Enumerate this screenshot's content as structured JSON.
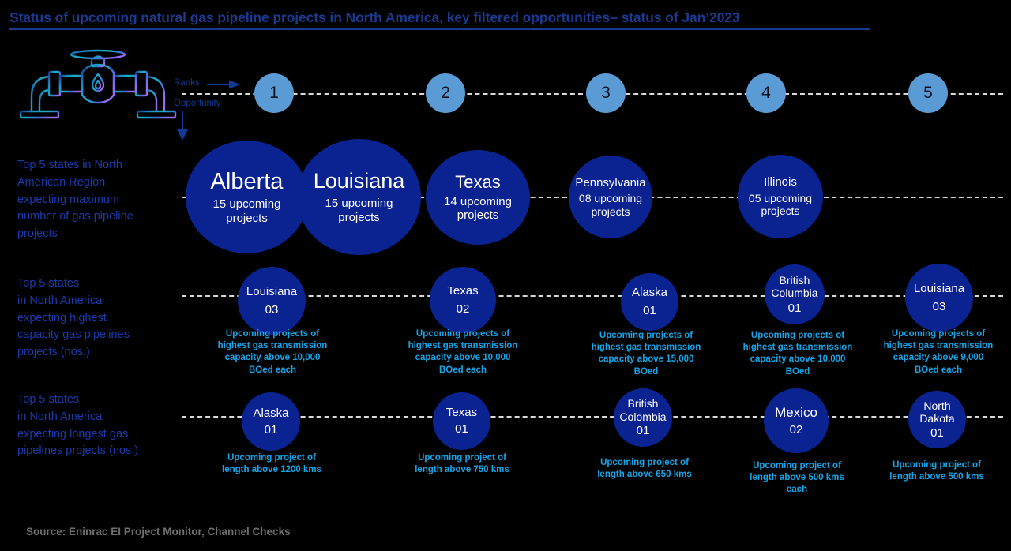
{
  "title": "Status of upcoming natural gas pipeline projects in North America, key filtered opportunities– status of Jan’2023",
  "axis": {
    "ranks_label": "Ranks",
    "opportunity_label": "Opportunity"
  },
  "ranks": [
    "1",
    "2",
    "3",
    "4",
    "5"
  ],
  "rows": [
    {
      "label": "Top 5 states in North\nAmerican Region\nexpecting maximum\nnumber of gas pipeline\nprojects",
      "nodes": [
        {
          "name": "Alberta",
          "sub": "15 upcoming\nprojects",
          "caption": ""
        },
        {
          "name": "Louisiana",
          "sub": "15 upcoming\nprojects",
          "caption": ""
        },
        {
          "name": "Texas",
          "sub": "14 upcoming\nprojects",
          "caption": ""
        },
        {
          "name": "Pennsylvania",
          "sub": "08 upcoming\nprojects",
          "caption": ""
        },
        {
          "name": "Illinois",
          "sub": "05 upcoming\nprojects",
          "caption": ""
        }
      ]
    },
    {
      "label": "Top 5 states\nin North America\nexpecting highest\ncapacity gas pipelines\nprojects (nos.)",
      "nodes": [
        {
          "name": "Louisiana",
          "sub": "03",
          "caption": "Upcoming projects of\nhighest gas transmission\ncapacity above 10,000\nBOed each"
        },
        {
          "name": "Texas",
          "sub": "02",
          "caption": "Upcoming projects of\nhighest gas transmission\ncapacity above 10,000\nBOed each"
        },
        {
          "name": "Alaska",
          "sub": "01",
          "caption": "Upcoming projects of\nhighest gas transmission\ncapacity above 15,000\nBOed"
        },
        {
          "name": "British\nColumbia",
          "sub": "01",
          "caption": "Upcoming projects of\nhighest gas transmission\ncapacity above 10,000\nBOed"
        },
        {
          "name": "Louisiana",
          "sub": "03",
          "caption": "Upcoming projects of\nhighest gas transmission\ncapacity above 9,000\nBOed each"
        }
      ]
    },
    {
      "label": "Top 5 states\nin North America\nexpecting longest gas\npipelines projects (nos.)",
      "nodes": [
        {
          "name": "Alaska",
          "sub": "01",
          "caption": "Upcoming project of\nlength above 1200 kms"
        },
        {
          "name": "Texas",
          "sub": "01",
          "caption": "Upcoming project of\nlength above 750 kms"
        },
        {
          "name": "British\nColombia",
          "sub": "01",
          "caption": "Upcoming project of\nlength above 650 kms"
        },
        {
          "name": "Mexico",
          "sub": "02",
          "caption": "Upcoming project of\nlength above 500 kms\neach"
        },
        {
          "name": "North\nDakota",
          "sub": "01",
          "caption": "Upcoming project of\nlength above 500 kms"
        }
      ]
    }
  ],
  "source": "Source: Eninrac EI Project Monitor, Channel Checks",
  "colors": {
    "background": "#000000",
    "title": "#1b3a8f",
    "node_fill": "#0b2391",
    "rank_fill": "#5b9bd5",
    "caption": "#18a5e8",
    "row_label": "#1c3bab",
    "rail": "#d9d9d9",
    "source": "#6e6e6e"
  }
}
